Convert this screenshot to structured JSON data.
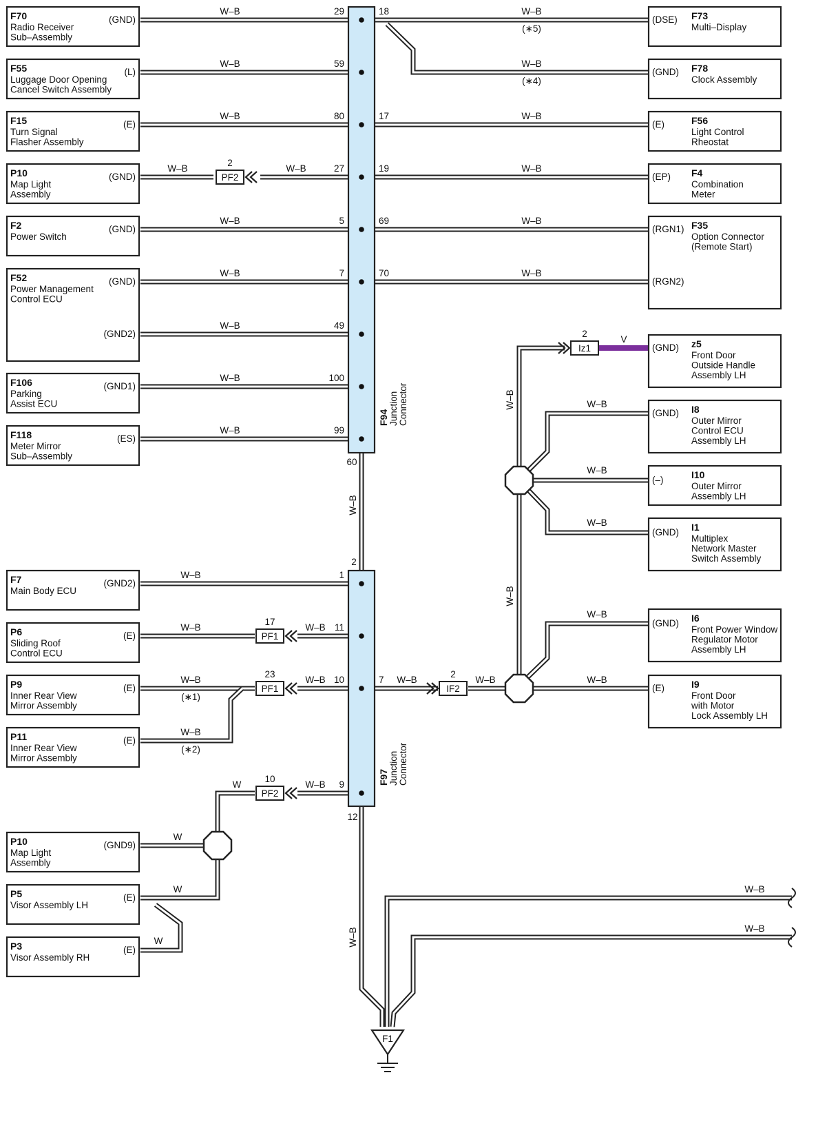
{
  "left_components": [
    {
      "id": "F70",
      "name": [
        "Radio Receiver",
        "Sub–Assembly"
      ],
      "pins": [
        "(GND)"
      ]
    },
    {
      "id": "F55",
      "name": [
        "Luggage Door Opening",
        "Cancel Switch Assembly"
      ],
      "pins": [
        "(L)"
      ]
    },
    {
      "id": "F15",
      "name": [
        "Turn Signal",
        "Flasher Assembly"
      ],
      "pins": [
        "(E)"
      ]
    },
    {
      "id": "P10",
      "name": [
        "Map Light",
        "Assembly"
      ],
      "pins": [
        "(GND)"
      ]
    },
    {
      "id": "F2",
      "name": [
        "Power Switch"
      ],
      "pins": [
        "(GND)"
      ]
    },
    {
      "id": "F52",
      "name": [
        "Power Management",
        "Control ECU"
      ],
      "pins": [
        "(GND)",
        "(GND2)"
      ]
    },
    {
      "id": "F106",
      "name": [
        "Parking",
        "Assist ECU"
      ],
      "pins": [
        "(GND1)"
      ]
    },
    {
      "id": "F118",
      "name": [
        "Meter Mirror",
        "Sub–Assembly"
      ],
      "pins": [
        "(ES)"
      ]
    },
    {
      "id": "F7",
      "name": [
        "Main Body ECU"
      ],
      "pins": [
        "(GND2)"
      ]
    },
    {
      "id": "P6",
      "name": [
        "Sliding Roof",
        "Control ECU"
      ],
      "pins": [
        "(E)"
      ]
    },
    {
      "id": "P9",
      "name": [
        "Inner Rear View",
        "Mirror Assembly"
      ],
      "pins": [
        "(E)"
      ]
    },
    {
      "id": "P11",
      "name": [
        "Inner Rear View",
        "Mirror Assembly"
      ],
      "pins": [
        "(E)"
      ]
    },
    {
      "id": "P10",
      "name": [
        "Map Light",
        "Assembly"
      ],
      "pins": [
        "(GND9)"
      ]
    },
    {
      "id": "P5",
      "name": [
        "Visor Assembly LH"
      ],
      "pins": [
        "(E)"
      ]
    },
    {
      "id": "P3",
      "name": [
        "Visor Assembly RH"
      ],
      "pins": [
        "(E)"
      ]
    }
  ],
  "right_components": [
    {
      "id": "F73",
      "name": [
        "Multi–Display"
      ],
      "pins": [
        "(DSE)"
      ]
    },
    {
      "id": "F78",
      "name": [
        "Clock Assembly"
      ],
      "pins": [
        "(GND)"
      ]
    },
    {
      "id": "F56",
      "name": [
        "Light Control",
        "Rheostat"
      ],
      "pins": [
        "(E)"
      ]
    },
    {
      "id": "F4",
      "name": [
        "Combination",
        "Meter"
      ],
      "pins": [
        "(EP)"
      ]
    },
    {
      "id": "F35",
      "name": [
        "Option Connector",
        "(Remote Start)"
      ],
      "pins": [
        "(RGN1)",
        "(RGN2)"
      ]
    },
    {
      "id": "z5",
      "name": [
        "Front Door",
        "Outside Handle",
        "Assembly LH"
      ],
      "pins": [
        "(GND)"
      ]
    },
    {
      "id": "I8",
      "name": [
        "Outer Mirror",
        "Control ECU",
        "Assembly LH"
      ],
      "pins": [
        "(GND)"
      ]
    },
    {
      "id": "I10",
      "name": [
        "Outer Mirror",
        "Assembly LH"
      ],
      "pins": [
        "(–)"
      ]
    },
    {
      "id": "I1",
      "name": [
        "Multiplex",
        "Network Master",
        "Switch Assembly"
      ],
      "pins": [
        "(GND)"
      ]
    },
    {
      "id": "I6",
      "name": [
        "Front Power Window",
        "Regulator Motor",
        "Assembly LH"
      ],
      "pins": [
        "(GND)"
      ]
    },
    {
      "id": "I9",
      "name": [
        "Front Door",
        "with Motor",
        "Lock Assembly LH"
      ],
      "pins": [
        "(E)"
      ]
    }
  ],
  "junction_connectors": [
    {
      "id": "F94",
      "label": [
        "Junction",
        "Connector"
      ]
    },
    {
      "id": "F97",
      "label": [
        "Junction",
        "Connector"
      ]
    }
  ],
  "pin_numbers": {
    "f94_left": [
      "29",
      "59",
      "80",
      "27",
      "5",
      "7",
      "49",
      "100",
      "99"
    ],
    "f94_right": [
      "18",
      "17",
      "19",
      "69",
      "70"
    ],
    "f94_bottom": "60",
    "f97_top": "2",
    "f97_left": [
      "1",
      "11",
      "10",
      "9"
    ],
    "f97_right": "7",
    "f97_bottom": "12"
  },
  "inline_connectors": [
    {
      "id": "PF2",
      "pin": "2"
    },
    {
      "id": "PF1",
      "pin": "17"
    },
    {
      "id": "PF1",
      "pin": "23"
    },
    {
      "id": "IF2",
      "pin": "2"
    },
    {
      "id": "Iz1",
      "pin": "2"
    },
    {
      "id": "PF2",
      "pin": "10"
    }
  ],
  "wire_colors": {
    "wb": "W–B",
    "w": "W",
    "v": "V"
  },
  "notes": [
    "(∗5)",
    "(∗4)",
    "(∗1)",
    "(∗2)"
  ],
  "ground": {
    "id": "F1"
  },
  "colors": {
    "junction_fill": "#cfe9f8",
    "violet_wire": "#7b2f9c"
  }
}
